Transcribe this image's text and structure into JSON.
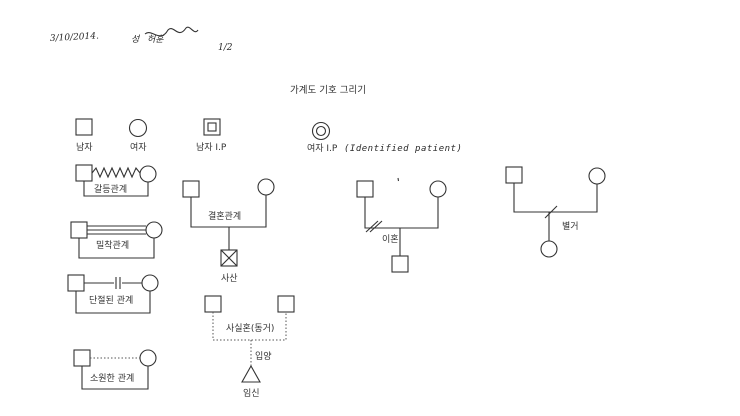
{
  "header": {
    "date": "3/10/2014.",
    "name": "성",
    "signature": "허훈",
    "page": "1/2"
  },
  "title": "가계도 기호 그리기",
  "symbols": {
    "male": "남자",
    "female": "여자",
    "male_ip": "남자 I.P",
    "female_ip": "여자 I.P",
    "female_ip_note": "(Identified patient)"
  },
  "relations": {
    "conflict": "갈등관계",
    "close": "밀착관계",
    "cutoff": "단절된 관계",
    "distant": "소원한 관계"
  },
  "family": {
    "marriage": "결혼관계",
    "death": "사산",
    "divorce": "이혼",
    "separation": "별거",
    "cohabitation": "사실혼(동거)",
    "adoption": "입양",
    "pregnancy": "임신"
  }
}
